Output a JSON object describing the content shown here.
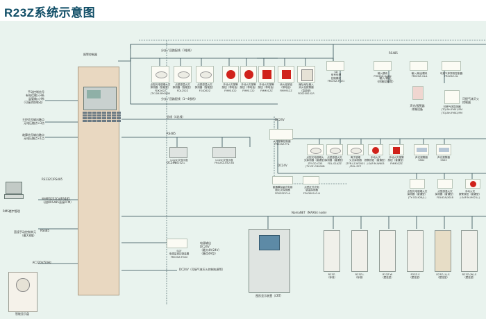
{
  "title": "R23Z系统示意图",
  "labels": {
    "main_controller": "报警控制器",
    "bus_4": "总线（4总线）",
    "top_bus": "分支 / 回路配线（1根线）",
    "bus_mid": "分支 / 回路配线（1~4根线）",
    "rs485": "RS485",
    "dc24v": "DC24V",
    "dc24v_2": "DC24V",
    "dc24v_3": "DC24V",
    "left_out1": "手动控制信号\n有电话输入H系\n监管输入H系\n（可接消防联动）",
    "left_out2": "主控信号输出触点\n无电压触点×3点",
    "left_out3": "故障信号输出触点\n无电压触点×1点",
    "rs232": "RS232C/RS485",
    "pc_label": "RMS楼宇管理",
    "pc_right": "外接RS232C或RS485\n（选择RS485直接RTM）",
    "manual_left": "直接手动控制单元\n（最大8路）",
    "rs485_2": "RS485",
    "ac_in": "AC220V/50Hz",
    "nomanet": "NomaNET（MAX64 node）",
    "sgf": "SGF\n电源监视控制装置\nFR02SZ-FGS2",
    "sgf_right": "电源输出\nDC24V\n（最大4A/24V）\n（备用4A型）",
    "aux_power": "DC24V（可接气体灭火控制电源等）",
    "gas_note": "可接气体灭火\n控制器",
    "io_note": "输入/输出\n（终端设备等）",
    "smoke_note": "声光/报警器\n终端设备",
    "rs485_top": "RS485",
    "bottom_left": "智能显示盘",
    "crt": "图形显示装置（CRT）"
  },
  "top_devices": [
    {
      "caption": "点型光电感烟火灾\n探测器（智能型）\nFDK262Z\nJTY-GM-R9000B"
    },
    {
      "caption": "点型感温火灾\n探测器（智能型）\nFDL252Z"
    },
    {
      "caption": "点型感温火灾\n探测器（智能型）\nFGK262Z"
    },
    {
      "caption": "手动火灾报警\n按钮（带电话）\nFMM1022"
    },
    {
      "caption": "手动火灾报警\n按钮（带电话）\nFMM1122"
    },
    {
      "caption": "手动火灾报警\n按钮（带电话）\nFMM01ZZ"
    },
    {
      "caption": "消火栓按钮\n（带电话）\nFMM912Z"
    },
    {
      "caption": "编址地址输入\n消火栓报警器\n（智能型）\nFDS2000-S-R"
    }
  ],
  "right_top": [
    {
      "caption": "SD\n信号处理\n控制模块\nFR02SZ-FGE1"
    },
    {
      "caption": "输入模块\nFR02SZ-GALN"
    },
    {
      "caption": "输入/输出模块\nFR02SZ-GLA"
    },
    {
      "caption": "可燃气体探测控制器\nFR02SZ-GL"
    },
    {
      "caption": "可燃气体探测器\nJTQ-BH-FM01/FM\nJTQ-BH-FM02/FM"
    }
  ],
  "mid_devices": [
    {
      "caption": "火灾报警控制器\nFR02SZ-FFL"
    },
    {
      "caption": "点型光电感烟火\n灾探测器（普通型）\nJTY-GD-G3S\nJTY-GF-G3000B"
    },
    {
      "caption": "点型感温火灾\n探测器（普通型）\nFDL-S1AZZ"
    },
    {
      "caption": "离子感烟\n火灾探测器\nJTYR-LZ-W2001\n/ZGL-ZC7"
    },
    {
      "caption": "手动火灾\n报警按钮（普通型）\nJ-SAP-M-W603"
    },
    {
      "caption": "手动火灾报警\n按钮（普通型）\nFMM02ZZ"
    },
    {
      "caption": "声光报警器\nSS02"
    },
    {
      "caption": "声光报警器\nSS03"
    }
  ],
  "lower_mid": [
    {
      "caption": "LCD火灾显示盘\nFR02SZ-L"
    },
    {
      "caption": "LCD火灾显示盘\nFR02SZ-EE2-64"
    },
    {
      "caption": "普通模拟量光电感\n烟火灾探测器\nFR02SZ-FLA"
    },
    {
      "caption": "点型红外光电\n感温探测器\nFDL3000-G-H"
    }
  ],
  "lower_right": [
    {
      "caption": "点型光电感烟火灾\n探测器（普通型）\nJTY-GD-K26/(-)"
    },
    {
      "caption": "点型感温火灾\n探测器（普通型）\nFDL62A/XD-B"
    },
    {
      "caption": "手动火灾\n报警按钮（普通型）\nJ-SAP-M-M021(-)"
    }
  ],
  "bottom_panels": [
    {
      "caption": "R23Z-\n（标准）"
    },
    {
      "caption": "R23Z-L\n（标准）"
    },
    {
      "caption": "R23Z-W\n（壁挂型）"
    },
    {
      "caption": "R23Z-S\n（壁挂型）"
    },
    {
      "caption": "R23Z-(L)-S\n（壁挂型）"
    },
    {
      "caption": "R23Z-(W)-S\n（壁挂型）"
    }
  ],
  "colors": {
    "background": "#e9f3ee",
    "title": "#0f4d66",
    "wire": "#2d4a52",
    "cabinet": "#e9d8c1",
    "alarm_red": "#d0221b"
  }
}
